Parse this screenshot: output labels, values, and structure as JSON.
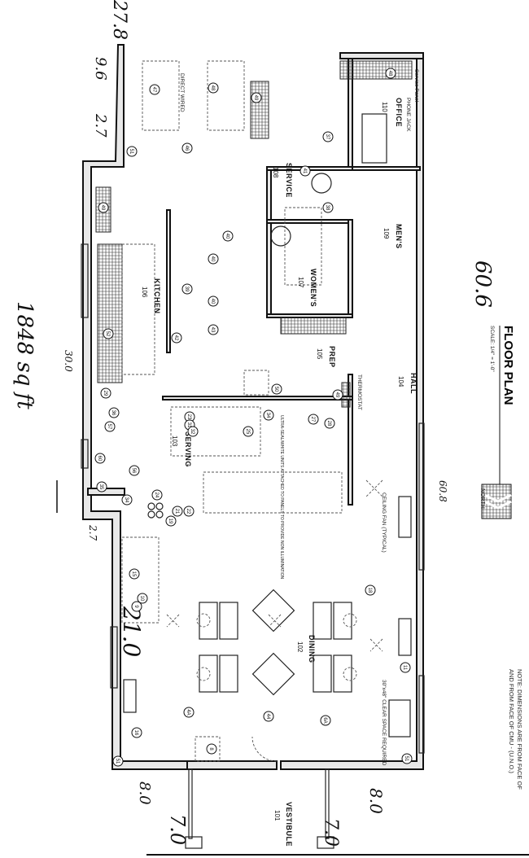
{
  "title": "FLOOR PLAN",
  "scale": "SCALE: 1/4\" = 1'-0\"",
  "north_label": "NORTH",
  "note_lines": [
    "NOTE: DIMENSIONS ARE FROM FACE OF",
    "AND FROM FACE OF CMU - (U.N.O.)"
  ],
  "rooms": [
    {
      "name": "VESTIBULE",
      "number": "101"
    },
    {
      "name": "DINING",
      "number": "102"
    },
    {
      "name": "SERVING",
      "number": "103"
    },
    {
      "name": "HALL",
      "number": "104"
    },
    {
      "name": "PREP",
      "number": "105"
    },
    {
      "name": "KITCHEN",
      "number": "106"
    },
    {
      "name": "WOMEN'S",
      "number": "107"
    },
    {
      "name": "SERVICE",
      "number": "108"
    },
    {
      "name": "MEN'S",
      "number": "109"
    },
    {
      "name": "OFFICE",
      "number": "110"
    }
  ],
  "annotations": {
    "ceiling_fan": "CEILING FAN (TYPICAL)",
    "thermostat": "THERMOSTAT",
    "phone_jack": "PHONE JACK",
    "clear_space": "30\"x48\" CLEAR SPACE REQUIRED",
    "direct_wired": "DIRECT WIRED",
    "ultra_seal": "ULTRA-SEAL/WHITE UNITS ATTACHED TO PANELS TO PROVIDE NON ILLUMINATION",
    "service_panel": "Service Panel"
  },
  "handwritten": [
    "27.8",
    "9.6",
    "2.7",
    "60.6",
    "1848 sq ft",
    "30.0",
    "60.8",
    "2.7",
    "21.0",
    "8.0",
    "7.0",
    "8.0",
    "7.0"
  ],
  "equipment_tags": [
    "47",
    "48",
    "49",
    "46",
    "51",
    "49",
    "37",
    "38",
    "40",
    "41",
    "40",
    "40",
    "39",
    "43",
    "42",
    "52",
    "29",
    "36",
    "57",
    "60",
    "35",
    "56",
    "34",
    "24",
    "23",
    "31",
    "32",
    "25",
    "34",
    "27",
    "28",
    "50",
    "49",
    "22",
    "21",
    "19",
    "15",
    "10",
    "9",
    "18",
    "44",
    "4A",
    "6A",
    "11",
    "8",
    "16",
    "51",
    "51",
    "48"
  ]
}
